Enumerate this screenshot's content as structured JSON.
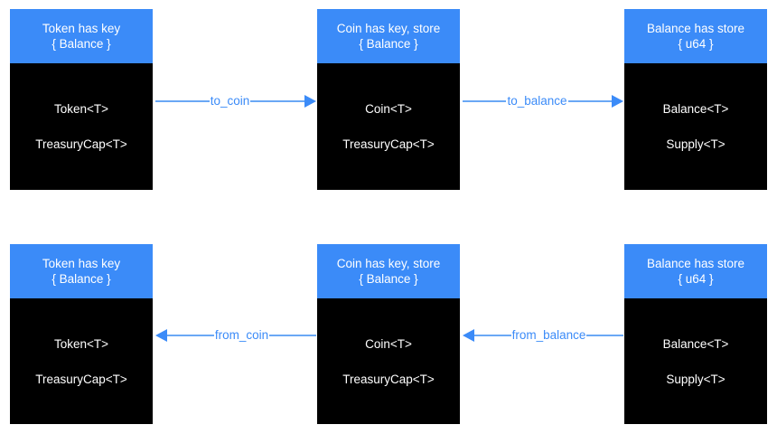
{
  "canvas": {
    "background": "#ffffff",
    "header_color": "#3b8bf8",
    "body_color": "#000000",
    "edge_color": "#6aa8f5",
    "edge_label_color": "#3b8bf8"
  },
  "nodes": [
    {
      "id": "token-top",
      "header_line1": "Token has key",
      "header_line2": "{ Balance }",
      "body_line1": "Token<T>",
      "body_line2": "TreasuryCap<T>"
    },
    {
      "id": "coin-top",
      "header_line1": "Coin has key, store",
      "header_line2": "{ Balance }",
      "body_line1": "Coin<T>",
      "body_line2": "TreasuryCap<T>"
    },
    {
      "id": "balance-top",
      "header_line1": "Balance has store",
      "header_line2": "{ u64 }",
      "body_line1": "Balance<T>",
      "body_line2": "Supply<T>"
    },
    {
      "id": "token-bottom",
      "header_line1": "Token has key",
      "header_line2": "{ Balance }",
      "body_line1": "Token<T>",
      "body_line2": "TreasuryCap<T>"
    },
    {
      "id": "coin-bottom",
      "header_line1": "Coin has key, store",
      "header_line2": "{ Balance }",
      "body_line1": "Coin<T>",
      "body_line2": "TreasuryCap<T>"
    },
    {
      "id": "balance-bottom",
      "header_line1": "Balance has store",
      "header_line2": "{ u64 }",
      "body_line1": "Balance<T>",
      "body_line2": "Supply<T>"
    }
  ],
  "edges": [
    {
      "id": "to-coin",
      "label": "to_coin",
      "direction": "right"
    },
    {
      "id": "to-balance",
      "label": "to_balance",
      "direction": "right"
    },
    {
      "id": "from-coin",
      "label": "from_coin",
      "direction": "left"
    },
    {
      "id": "from-balance",
      "label": "from_balance",
      "direction": "left"
    }
  ]
}
